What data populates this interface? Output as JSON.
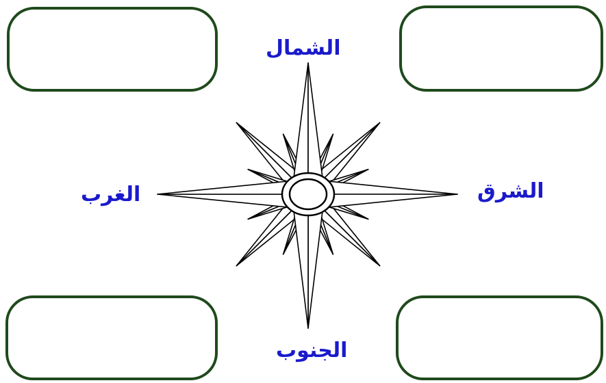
{
  "directions": {
    "north": "الشمال",
    "south": "الجنوب",
    "east": "الشرق",
    "west": "الغرب"
  },
  "colors": {
    "label": "#1a1acc",
    "box_border": "#1f4a1c",
    "rose_stroke": "#000000",
    "rose_fill": "#ffffff"
  },
  "icons": {
    "compass": "compass-rose-icon"
  }
}
